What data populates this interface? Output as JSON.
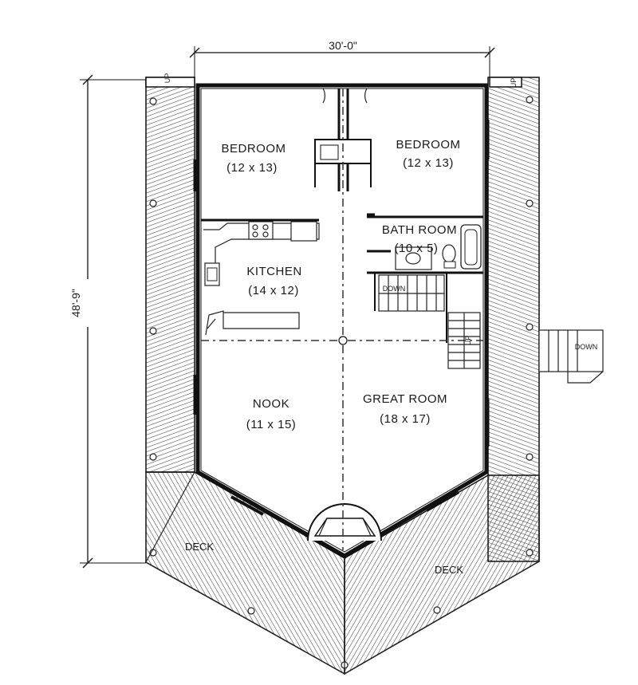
{
  "plan": {
    "dimensions": {
      "width": "30'-0\"",
      "depth": "48'-9\""
    },
    "rooms": [
      {
        "name": "BEDROOM",
        "size": "(12 x 13)"
      },
      {
        "name": "BEDROOM",
        "size": "(12 x 13)"
      },
      {
        "name": "KITCHEN",
        "size": "(14 x 12)"
      },
      {
        "name": "BATH ROOM",
        "size": "(10 x 5)"
      },
      {
        "name": "NOOK",
        "size": "(11 x 15)"
      },
      {
        "name": "GREAT ROOM",
        "size": "(18 x 17)"
      }
    ],
    "deck_labels": [
      "DECK",
      "DECK"
    ],
    "stair_labels": {
      "up_left": "UP",
      "up_right": "UP",
      "down": "DOWN",
      "up_main": "UP",
      "outside": "DOWN"
    }
  }
}
